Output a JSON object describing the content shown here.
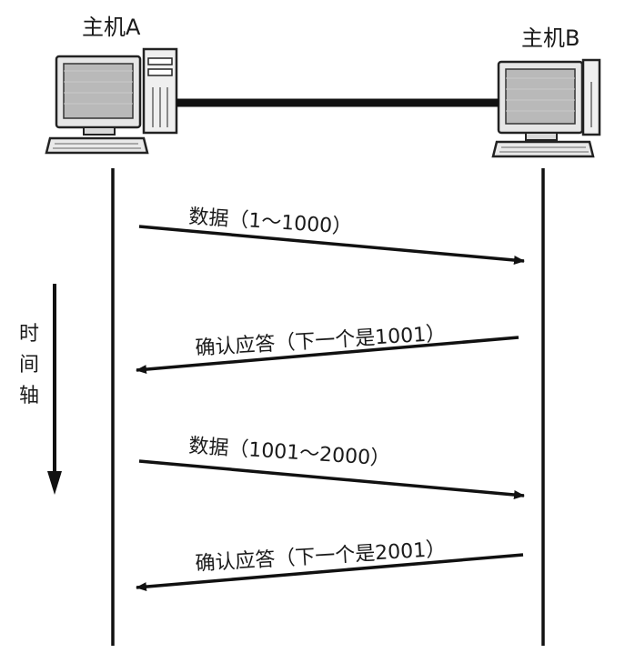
{
  "hosts": {
    "a": {
      "label": "主机A",
      "icon": "computer-tower-icon"
    },
    "b": {
      "label": "主机B",
      "icon": "computer-tower-icon"
    }
  },
  "link": {
    "icon": "network-cable"
  },
  "timeline": {
    "label_chars": [
      "时",
      "间",
      "轴"
    ],
    "icon": "arrow-down-icon"
  },
  "messages": [
    {
      "label": "数据（1～1000）",
      "direction": "A→B"
    },
    {
      "label": "确认应答（下一个是1001）",
      "direction": "B→A"
    },
    {
      "label": "数据（1001～2000）",
      "direction": "A→B"
    },
    {
      "label": "确认应答（下一个是2001）",
      "direction": "B→A"
    }
  ]
}
